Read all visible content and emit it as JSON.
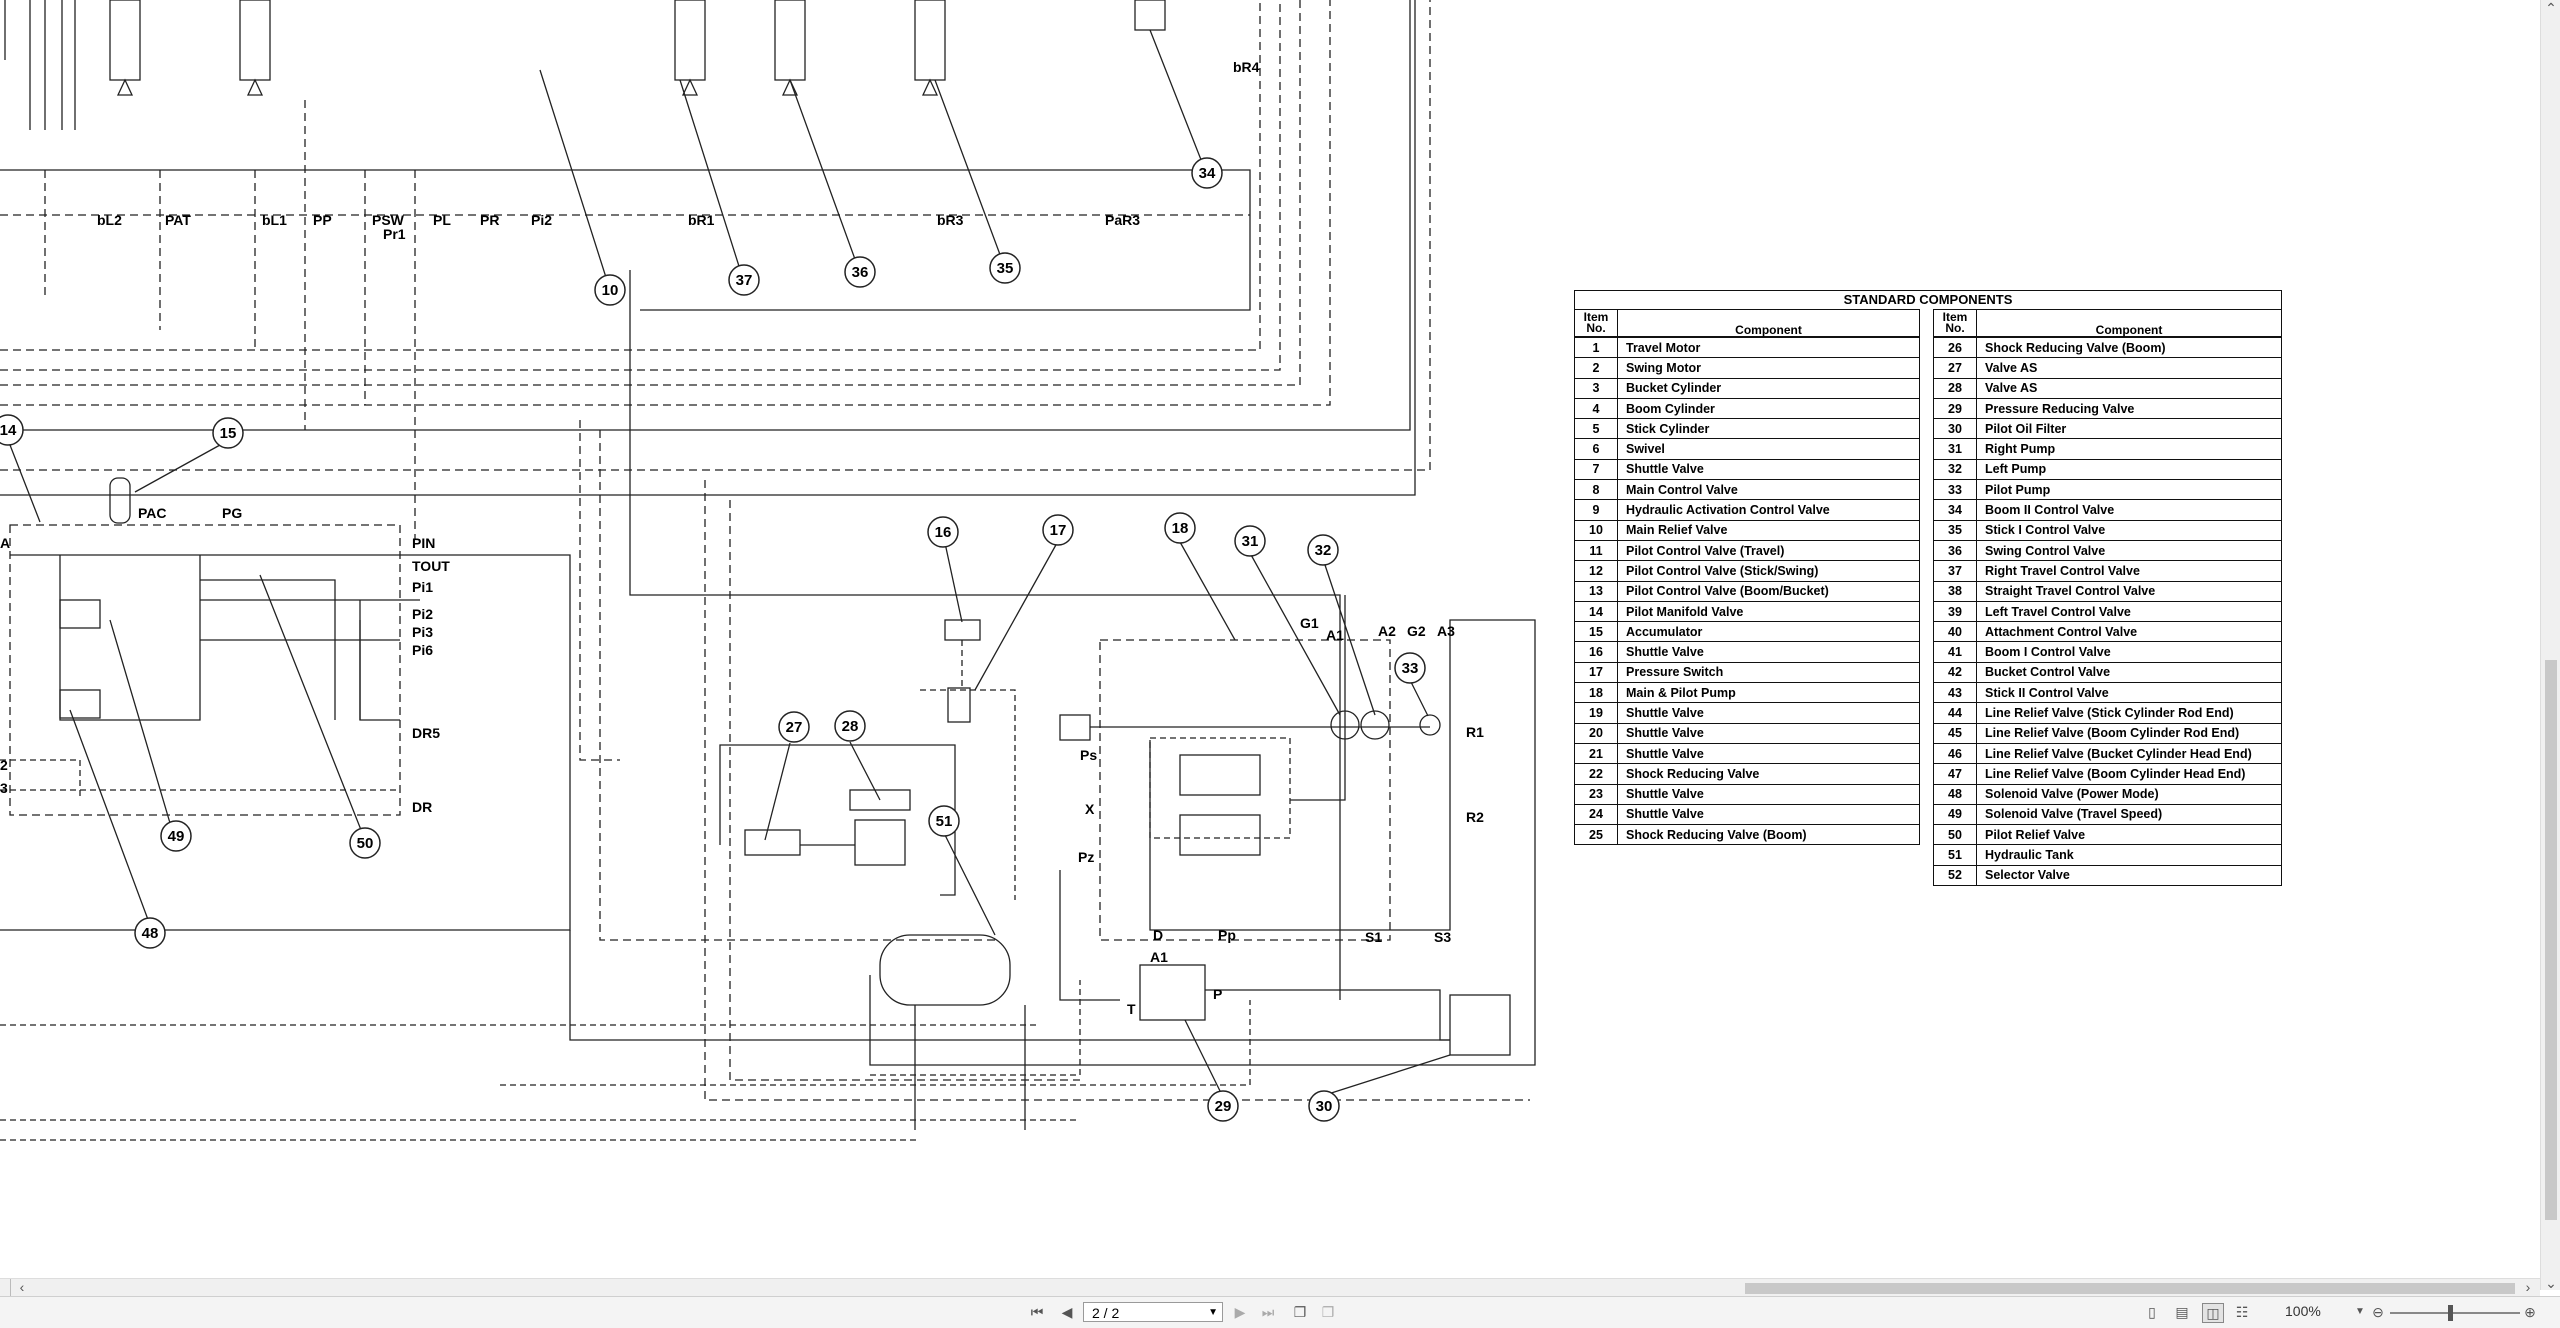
{
  "drawing": {
    "callouts": [
      "14",
      "15",
      "16",
      "17",
      "18",
      "31",
      "32",
      "33",
      "27",
      "28",
      "51",
      "49",
      "50",
      "48",
      "29",
      "30",
      "10",
      "37",
      "36",
      "35",
      "34"
    ],
    "port_labels": {
      "top_row": [
        "bL2",
        "PAT",
        "bL1",
        "PP",
        "PSW",
        "Pr1",
        "PL",
        "PR",
        "Pi2",
        "bR1",
        "bR3",
        "PaR3"
      ],
      "bR4": "bR4",
      "manifold": [
        "PAC",
        "PG",
        "PIN",
        "TOUT",
        "Pi1",
        "Pi2",
        "Pi3",
        "Pi6",
        "DR5",
        "DR",
        "A"
      ],
      "pump": [
        "G1",
        "A1",
        "A2",
        "G2",
        "A3",
        "R1",
        "R2",
        "Ps",
        "X",
        "Pz",
        "D",
        "Pp",
        "S1",
        "S3",
        "A1",
        "P",
        "T"
      ],
      "left_edge": [
        "2",
        "3"
      ]
    }
  },
  "standard_components": {
    "title": "STANDARD COMPONENTS",
    "header_item_line1": "Item",
    "header_item_line2": "No.",
    "header_component": "Component",
    "left": [
      [
        "1",
        "Travel Motor"
      ],
      [
        "2",
        "Swing Motor"
      ],
      [
        "3",
        "Bucket Cylinder"
      ],
      [
        "4",
        "Boom Cylinder"
      ],
      [
        "5",
        "Stick Cylinder"
      ],
      [
        "6",
        "Swivel"
      ],
      [
        "7",
        "Shuttle Valve"
      ],
      [
        "8",
        "Main Control Valve"
      ],
      [
        "9",
        "Hydraulic Activation Control Valve"
      ],
      [
        "10",
        "Main Relief Valve"
      ],
      [
        "11",
        "Pilot Control Valve (Travel)"
      ],
      [
        "12",
        "Pilot Control Valve (Stick/Swing)"
      ],
      [
        "13",
        "Pilot Control Valve (Boom/Bucket)"
      ],
      [
        "14",
        "Pilot Manifold Valve"
      ],
      [
        "15",
        "Accumulator"
      ],
      [
        "16",
        "Shuttle Valve"
      ],
      [
        "17",
        "Pressure Switch"
      ],
      [
        "18",
        "Main & Pilot Pump"
      ],
      [
        "19",
        "Shuttle Valve"
      ],
      [
        "20",
        "Shuttle Valve"
      ],
      [
        "21",
        "Shuttle Valve"
      ],
      [
        "22",
        "Shock Reducing Valve"
      ],
      [
        "23",
        "Shuttle Valve"
      ],
      [
        "24",
        "Shuttle Valve"
      ],
      [
        "25",
        "Shock Reducing Valve (Boom)"
      ]
    ],
    "right": [
      [
        "26",
        "Shock Reducing Valve (Boom)"
      ],
      [
        "27",
        "Valve AS"
      ],
      [
        "28",
        "Valve AS"
      ],
      [
        "29",
        "Pressure Reducing Valve"
      ],
      [
        "30",
        "Pilot Oil Filter"
      ],
      [
        "31",
        "Right Pump"
      ],
      [
        "32",
        "Left Pump"
      ],
      [
        "33",
        "Pilot Pump"
      ],
      [
        "34",
        "Boom II Control Valve"
      ],
      [
        "35",
        "Stick I Control Valve"
      ],
      [
        "36",
        "Swing Control Valve"
      ],
      [
        "37",
        "Right Travel Control Valve"
      ],
      [
        "38",
        "Straight Travel Control Valve"
      ],
      [
        "39",
        "Left Travel Control Valve"
      ],
      [
        "40",
        "Attachment Control Valve"
      ],
      [
        "41",
        "Boom I Control Valve"
      ],
      [
        "42",
        "Bucket Control Valve"
      ],
      [
        "43",
        "Stick II Control Valve"
      ],
      [
        "44",
        "Line Relief Valve (Stick Cylinder Rod End)"
      ],
      [
        "45",
        "Line Relief Valve (Boom Cylinder Rod End)"
      ],
      [
        "46",
        "Line Relief Valve (Bucket Cylinder Head End)"
      ],
      [
        "47",
        "Line Relief Valve (Boom Cylinder Head End)"
      ],
      [
        "48",
        "Solenoid Valve (Power Mode)"
      ],
      [
        "49",
        "Solenoid Valve (Travel Speed)"
      ],
      [
        "50",
        "Pilot Relief Valve"
      ],
      [
        "51",
        "Hydraulic Tank"
      ],
      [
        "52",
        "Selector Valve"
      ]
    ]
  },
  "status_bar": {
    "page_indicator": "2 / 2",
    "zoom": "100%"
  },
  "icons": [
    "first-page-icon",
    "prev-page-icon",
    "next-page-icon",
    "last-page-icon",
    "single-page-icon",
    "continuous-icon",
    "two-page-icon",
    "book-view-icon",
    "zoom-out-icon",
    "zoom-in-icon"
  ]
}
